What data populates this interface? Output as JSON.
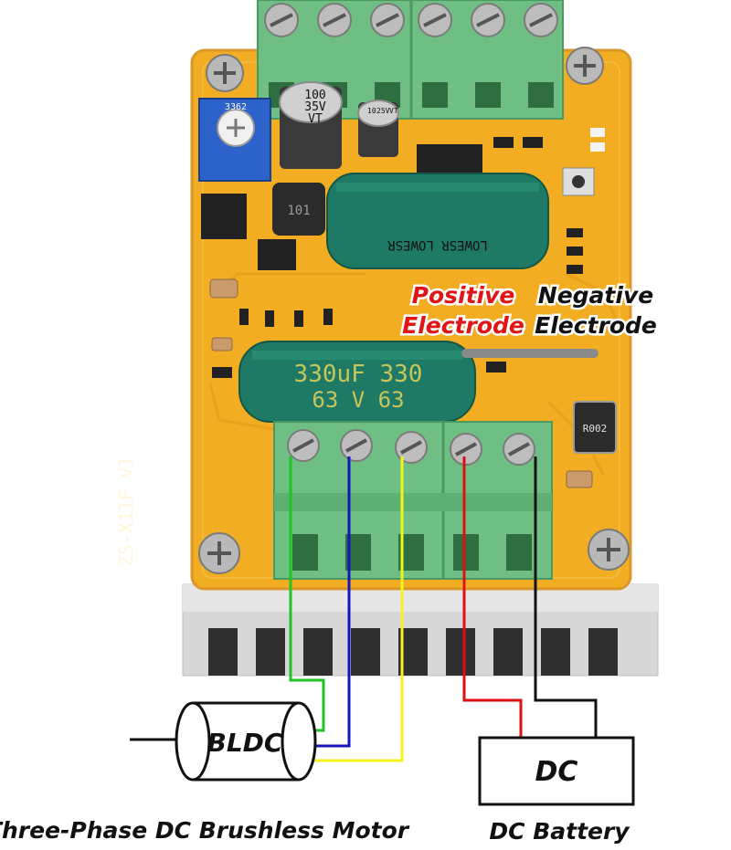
{
  "annotations": {
    "positive_line1": "Positive",
    "positive_line2": "Electrode",
    "negative_line1": "Negative",
    "negative_line2": "Electrode"
  },
  "motor": {
    "label": "BLDC",
    "caption": "Three-Phase DC Brushless Motor"
  },
  "battery": {
    "label": "DC",
    "caption": "DC Battery"
  },
  "board": {
    "silkscreen_model": "ZS-X11F V1",
    "big_cap_line1": "330uF 330",
    "big_cap_line2": "63  V  63",
    "small_cap_1": [
      "100",
      "35V",
      "VT"
    ],
    "small_cap_2": [
      "10",
      "25V",
      "VT"
    ],
    "mid_cap_text": "LOWESR  LOWESR",
    "inductor_text": "101",
    "resistor_text": "R002",
    "pot_text": "3362"
  },
  "colors": {
    "pcb": "#f2ad22",
    "pcb_border": "#d9a04a",
    "terminal": "#6fbf84",
    "heatsink": "#d8d8d8",
    "wire_phase_a": "#21c321",
    "wire_phase_b": "#1515c0",
    "wire_phase_c": "#f4f41a",
    "wire_positive": "#dd1111",
    "wire_negative": "#111111",
    "positive_text": "#e01515"
  }
}
